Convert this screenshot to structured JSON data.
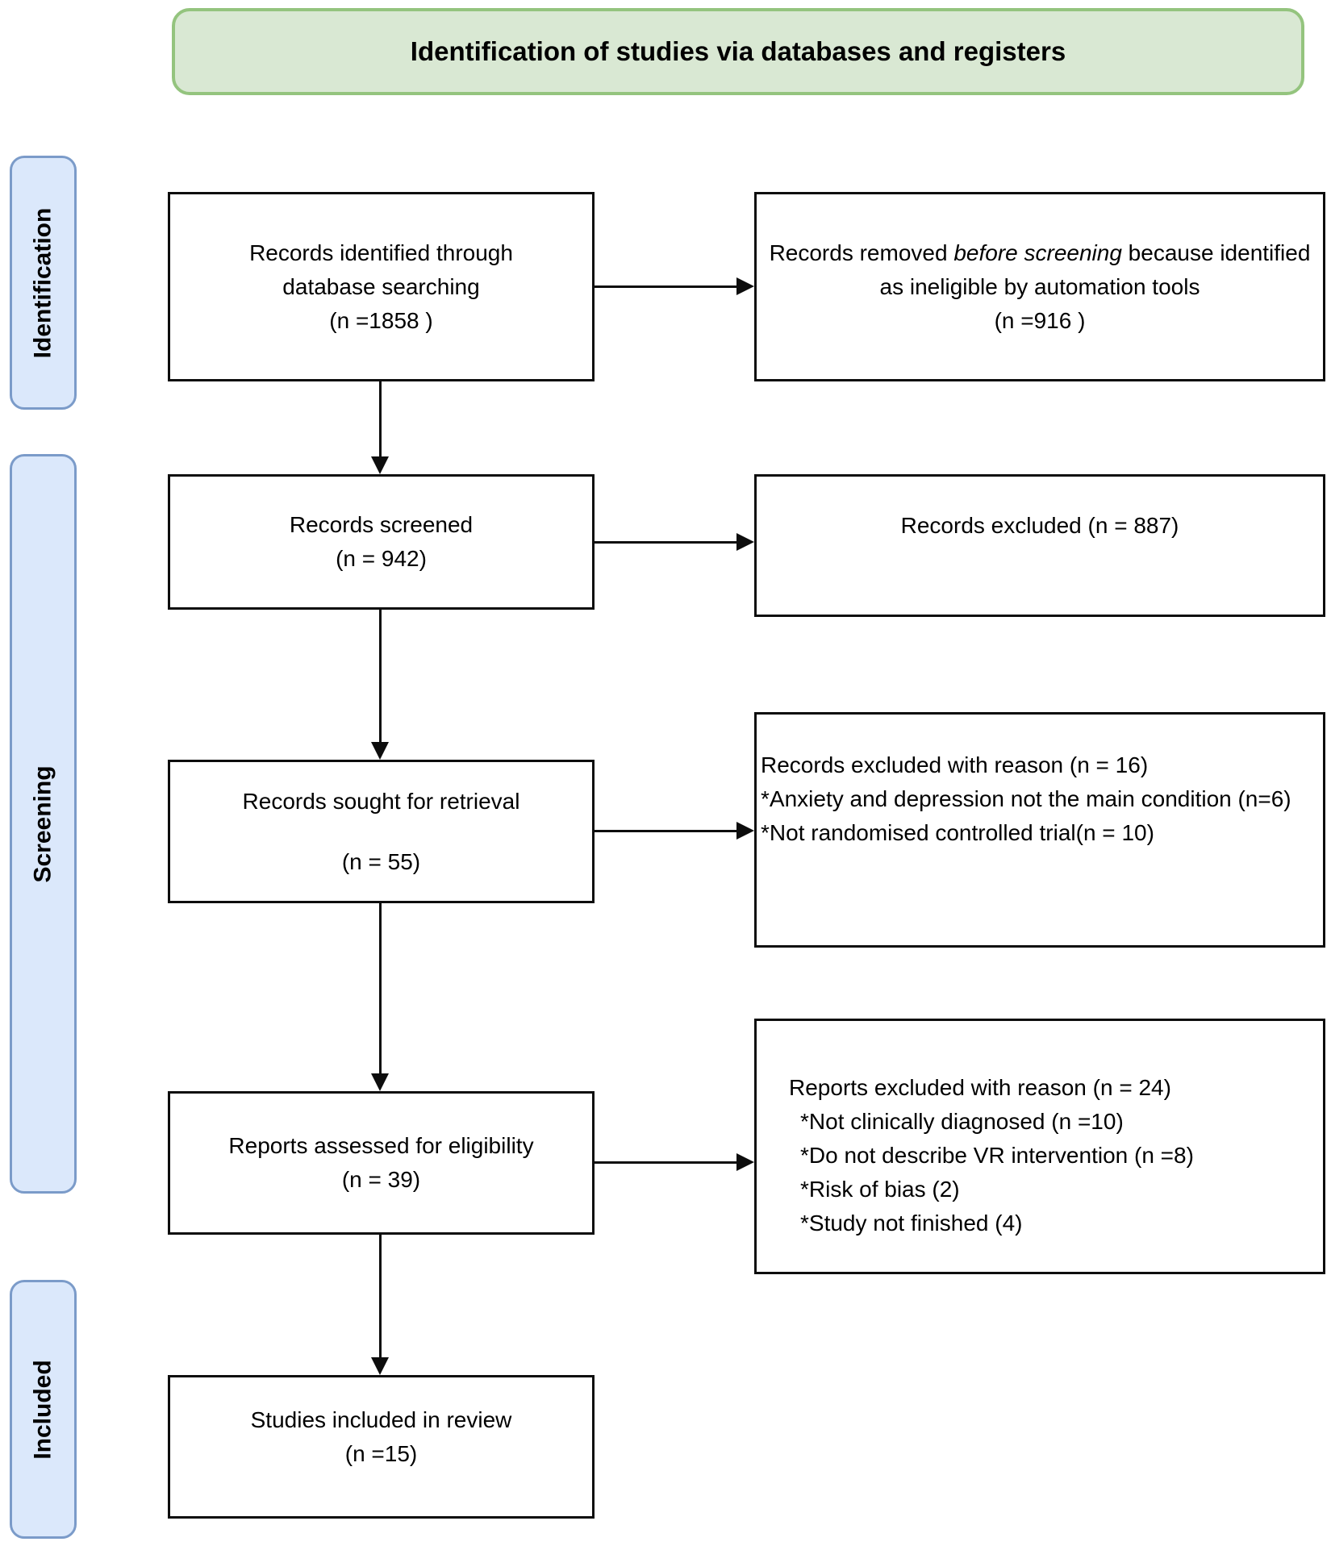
{
  "header": {
    "title": "Identification of studies via databases and registers"
  },
  "colors": {
    "header_fill": "#d9e8d3",
    "header_border": "#94c47e",
    "phase_fill": "#dbe8fb",
    "phase_border": "#7b9bc9",
    "box_border": "#0d0d0d"
  },
  "phases": {
    "identification": "Identification",
    "screening": "Screening",
    "included": "Included"
  },
  "flow": {
    "records_identified": {
      "line1": "Records identified through",
      "line2": "database searching",
      "count": "(n =1858 )"
    },
    "records_removed": {
      "part1": "Records removed ",
      "italic": "before screening",
      "part2": " because identified as ineligible by automation tools",
      "count": "(n =916 )"
    },
    "records_screened": {
      "line1": "Records screened",
      "count": "(n = 942)"
    },
    "records_excluded": {
      "line1": "Records excluded (n = 887)"
    },
    "records_sought": {
      "line1": "Records sought for retrieval",
      "count": "(n = 55)"
    },
    "records_excluded_reason": {
      "line1": "Records excluded with reason (n = 16)",
      "line2": "*Anxiety and depression not the main condition (n=6)",
      "line3": "*Not randomised controlled trial(n = 10)"
    },
    "reports_assessed": {
      "line1": "Reports assessed for eligibility",
      "count": "(n = 39)"
    },
    "reports_excluded_reason": {
      "line1": "Reports excluded with reason (n = 24)",
      "line2": "*Not clinically diagnosed (n =10)",
      "line3": "*Do not describe VR intervention (n =8)",
      "line4": "*Risk of bias (2)",
      "line5": "*Study not finished (4)"
    },
    "studies_included": {
      "line1": "Studies included in review",
      "count": "(n =15)"
    }
  }
}
